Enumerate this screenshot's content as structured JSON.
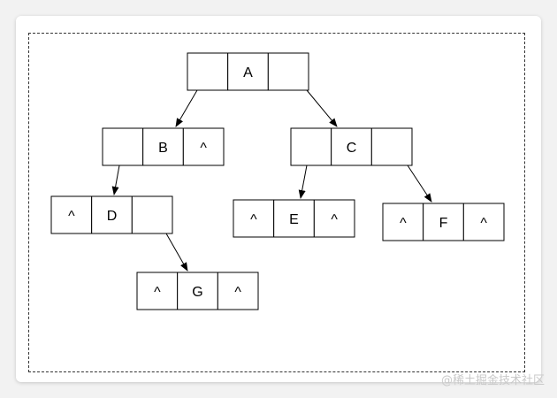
{
  "nodes": [
    {
      "id": "A",
      "cells": [
        "",
        "A",
        ""
      ]
    },
    {
      "id": "B",
      "cells": [
        "",
        "B",
        "^"
      ]
    },
    {
      "id": "C",
      "cells": [
        "",
        "C",
        ""
      ]
    },
    {
      "id": "D",
      "cells": [
        "^",
        "D",
        ""
      ]
    },
    {
      "id": "E",
      "cells": [
        "^",
        "E",
        "^"
      ]
    },
    {
      "id": "F",
      "cells": [
        "^",
        "F",
        "^"
      ]
    },
    {
      "id": "G",
      "cells": [
        "^",
        "G",
        "^"
      ]
    }
  ],
  "edges": [
    {
      "from": "A",
      "to": "B"
    },
    {
      "from": "A",
      "to": "C"
    },
    {
      "from": "B",
      "to": "D"
    },
    {
      "from": "C",
      "to": "E"
    },
    {
      "from": "C",
      "to": "F"
    },
    {
      "from": "D",
      "to": "G"
    }
  ],
  "watermark": "@稀土掘金技术社区"
}
